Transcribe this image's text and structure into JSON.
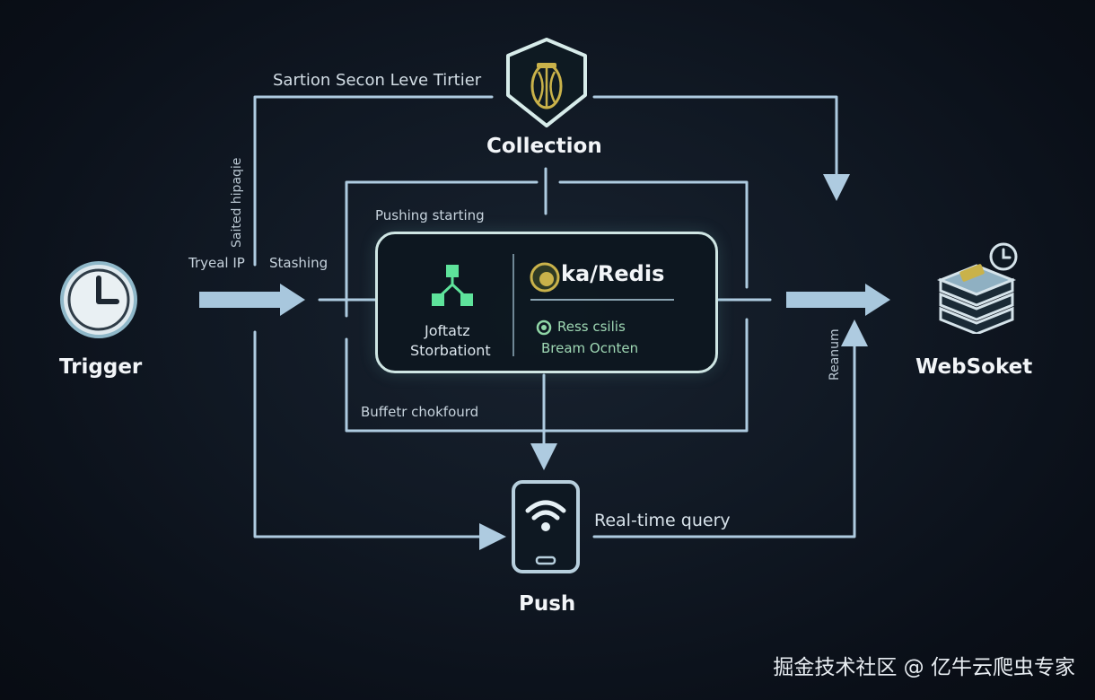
{
  "diagram": {
    "top_label": "Sartion Secon Leve Tirtier",
    "left_vertical_label": "Saited hipaqie",
    "right_vertical_label": "Reanum",
    "nodes": {
      "trigger": "Trigger",
      "collection": "Collection",
      "websocket": "WebSoket",
      "push": "Push"
    },
    "edges": {
      "trigger_ip": "Tryeal IP",
      "stashing": "Stashing",
      "pushing_starting": "Pushing starting",
      "buffer": "Buffetr chokfourd",
      "realtime_query": "Real-time query"
    },
    "center": {
      "left_line1": "Joftatz",
      "left_line2": "Storbationt",
      "right_title": "ka/Redis",
      "right_line1": "Ress csilis",
      "right_line2": "Bream Ocnten"
    },
    "colors": {
      "line": "#aecbe0",
      "box_border": "#cfe6e4",
      "icon_green": "#5ee39b",
      "accent_yellow": "#c9b24a"
    }
  },
  "watermark": "掘金技术社区 @ 亿牛云爬虫专家"
}
